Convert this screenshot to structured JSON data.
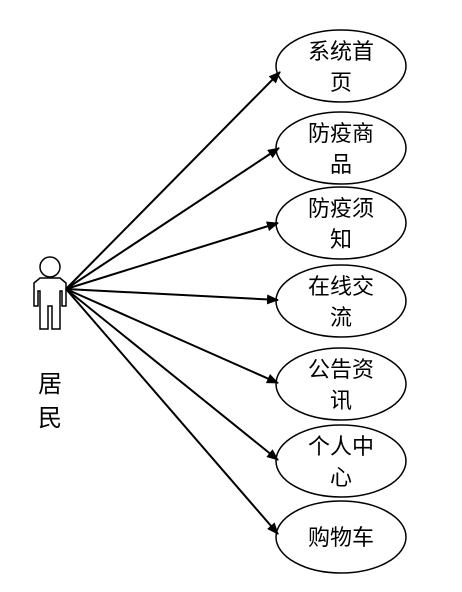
{
  "actor": {
    "label_line1": "居",
    "label_line2": "民"
  },
  "use_cases": [
    {
      "line1": "系统首",
      "line2": "页"
    },
    {
      "line1": "防疫商",
      "line2": "品"
    },
    {
      "line1": "防疫须",
      "line2": "知"
    },
    {
      "line1": "在线交",
      "line2": "流"
    },
    {
      "line1": "公告资",
      "line2": "讯"
    },
    {
      "line1": "个人中",
      "line2": "心"
    },
    {
      "line1": "购物车",
      "line2": ""
    }
  ]
}
